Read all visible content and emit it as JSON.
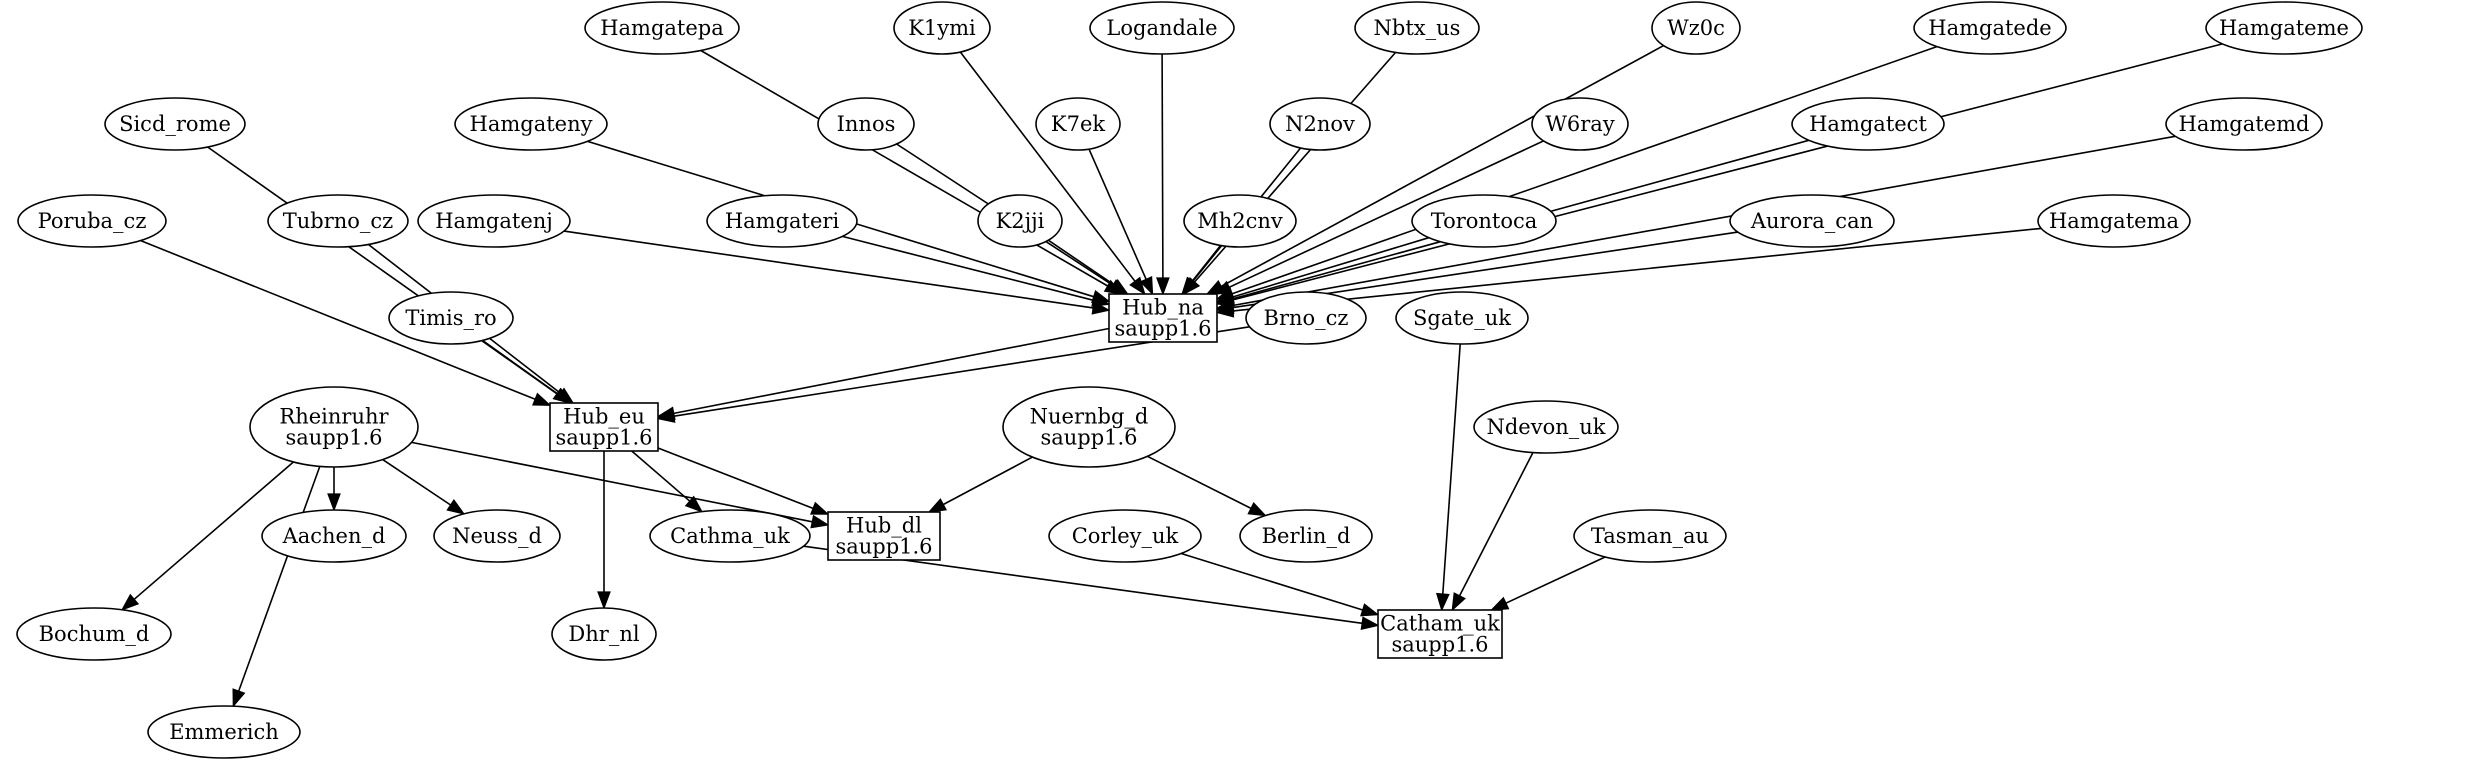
{
  "nodes": [
    {
      "id": "hamgatepa",
      "lines": [
        "Hamgatepa"
      ],
      "shape": "ellipse"
    },
    {
      "id": "k1ymi",
      "lines": [
        "K1ymi"
      ],
      "shape": "ellipse"
    },
    {
      "id": "logandale",
      "lines": [
        "Logandale"
      ],
      "shape": "ellipse"
    },
    {
      "id": "nbtx_us",
      "lines": [
        "Nbtx_us"
      ],
      "shape": "ellipse"
    },
    {
      "id": "wz0c",
      "lines": [
        "Wz0c"
      ],
      "shape": "ellipse"
    },
    {
      "id": "hamgatede",
      "lines": [
        "Hamgatede"
      ],
      "shape": "ellipse"
    },
    {
      "id": "hamgateme",
      "lines": [
        "Hamgateme"
      ],
      "shape": "ellipse"
    },
    {
      "id": "sicd_rome",
      "lines": [
        "Sicd_rome"
      ],
      "shape": "ellipse"
    },
    {
      "id": "hamgateny",
      "lines": [
        "Hamgateny"
      ],
      "shape": "ellipse"
    },
    {
      "id": "innos",
      "lines": [
        "Innos"
      ],
      "shape": "ellipse"
    },
    {
      "id": "k7ek",
      "lines": [
        "K7ek"
      ],
      "shape": "ellipse"
    },
    {
      "id": "n2nov",
      "lines": [
        "N2nov"
      ],
      "shape": "ellipse"
    },
    {
      "id": "w6ray",
      "lines": [
        "W6ray"
      ],
      "shape": "ellipse"
    },
    {
      "id": "hamgatect",
      "lines": [
        "Hamgatect"
      ],
      "shape": "ellipse"
    },
    {
      "id": "hamgatemd",
      "lines": [
        "Hamgatemd"
      ],
      "shape": "ellipse"
    },
    {
      "id": "poruba_cz",
      "lines": [
        "Poruba_cz"
      ],
      "shape": "ellipse"
    },
    {
      "id": "tubrno_cz",
      "lines": [
        "Tubrno_cz"
      ],
      "shape": "ellipse"
    },
    {
      "id": "hamgatenj",
      "lines": [
        "Hamgatenj"
      ],
      "shape": "ellipse"
    },
    {
      "id": "hamgateri",
      "lines": [
        "Hamgateri"
      ],
      "shape": "ellipse"
    },
    {
      "id": "k2jji",
      "lines": [
        "K2jji"
      ],
      "shape": "ellipse"
    },
    {
      "id": "mh2cnv",
      "lines": [
        "Mh2cnv"
      ],
      "shape": "ellipse"
    },
    {
      "id": "torontoca",
      "lines": [
        "Torontoca"
      ],
      "shape": "ellipse"
    },
    {
      "id": "aurora_can",
      "lines": [
        "Aurora_can"
      ],
      "shape": "ellipse"
    },
    {
      "id": "hamgatema",
      "lines": [
        "Hamgatema"
      ],
      "shape": "ellipse"
    },
    {
      "id": "hub_na",
      "lines": [
        "Hub_na",
        "saupp1.6"
      ],
      "shape": "box"
    },
    {
      "id": "brno_cz",
      "lines": [
        "Brno_cz"
      ],
      "shape": "ellipse"
    },
    {
      "id": "sgate_uk",
      "lines": [
        "Sgate_uk"
      ],
      "shape": "ellipse"
    },
    {
      "id": "timis_ro",
      "lines": [
        "Timis_ro"
      ],
      "shape": "ellipse"
    },
    {
      "id": "rheinruhr",
      "lines": [
        "Rheinruhr",
        "saupp1.6"
      ],
      "shape": "ellipse"
    },
    {
      "id": "hub_eu",
      "lines": [
        "Hub_eu",
        "saupp1.6"
      ],
      "shape": "box"
    },
    {
      "id": "nuernbg_d",
      "lines": [
        "Nuernbg_d",
        "saupp1.6"
      ],
      "shape": "ellipse"
    },
    {
      "id": "ndevon_uk",
      "lines": [
        "Ndevon_uk"
      ],
      "shape": "ellipse"
    },
    {
      "id": "aachen_d",
      "lines": [
        "Aachen_d"
      ],
      "shape": "ellipse"
    },
    {
      "id": "neuss_d",
      "lines": [
        "Neuss_d"
      ],
      "shape": "ellipse"
    },
    {
      "id": "cathma_uk",
      "lines": [
        "Cathma_uk"
      ],
      "shape": "ellipse"
    },
    {
      "id": "hub_dl",
      "lines": [
        "Hub_dl",
        "saupp1.6"
      ],
      "shape": "box"
    },
    {
      "id": "corley_uk",
      "lines": [
        "Corley_uk"
      ],
      "shape": "ellipse"
    },
    {
      "id": "berlin_d",
      "lines": [
        "Berlin_d"
      ],
      "shape": "ellipse"
    },
    {
      "id": "tasman_au",
      "lines": [
        "Tasman_au"
      ],
      "shape": "ellipse"
    },
    {
      "id": "bochum_d",
      "lines": [
        "Bochum_d"
      ],
      "shape": "ellipse"
    },
    {
      "id": "dhr_nl",
      "lines": [
        "Dhr_nl"
      ],
      "shape": "ellipse"
    },
    {
      "id": "catham_uk",
      "lines": [
        "Catham_uk",
        "saupp1.6"
      ],
      "shape": "box"
    },
    {
      "id": "emmerich",
      "lines": [
        "Emmerich"
      ],
      "shape": "ellipse"
    }
  ],
  "edges": [
    {
      "from": "hamgatepa",
      "to": "hub_na"
    },
    {
      "from": "k1ymi",
      "to": "hub_na"
    },
    {
      "from": "logandale",
      "to": "hub_na"
    },
    {
      "from": "nbtx_us",
      "to": "hub_na"
    },
    {
      "from": "wz0c",
      "to": "hub_na"
    },
    {
      "from": "hamgatede",
      "to": "hub_na"
    },
    {
      "from": "hamgateme",
      "to": "hub_na"
    },
    {
      "from": "hamgateny",
      "to": "hub_na"
    },
    {
      "from": "innos",
      "to": "hub_na"
    },
    {
      "from": "k7ek",
      "to": "hub_na"
    },
    {
      "from": "n2nov",
      "to": "hub_na"
    },
    {
      "from": "w6ray",
      "to": "hub_na"
    },
    {
      "from": "hamgatect",
      "to": "hub_na"
    },
    {
      "from": "hamgatemd",
      "to": "hub_na"
    },
    {
      "from": "hamgatenj",
      "to": "hub_na"
    },
    {
      "from": "hamgateri",
      "to": "hub_na"
    },
    {
      "from": "k2jji",
      "to": "hub_na"
    },
    {
      "from": "mh2cnv",
      "to": "hub_na"
    },
    {
      "from": "torontoca",
      "to": "hub_na"
    },
    {
      "from": "aurora_can",
      "to": "hub_na"
    },
    {
      "from": "hamgatema",
      "to": "hub_na"
    },
    {
      "from": "sicd_rome",
      "to": "hub_eu"
    },
    {
      "from": "poruba_cz",
      "to": "hub_eu"
    },
    {
      "from": "tubrno_cz",
      "to": "hub_eu"
    },
    {
      "from": "timis_ro",
      "to": "hub_eu"
    },
    {
      "from": "hub_na",
      "to": "hub_eu"
    },
    {
      "from": "brno_cz",
      "to": "hub_eu"
    },
    {
      "from": "rheinruhr",
      "to": "hub_dl"
    },
    {
      "from": "rheinruhr",
      "to": "aachen_d"
    },
    {
      "from": "rheinruhr",
      "to": "neuss_d"
    },
    {
      "from": "rheinruhr",
      "to": "bochum_d"
    },
    {
      "from": "rheinruhr",
      "to": "emmerich"
    },
    {
      "from": "hub_eu",
      "to": "cathma_uk"
    },
    {
      "from": "hub_eu",
      "to": "hub_dl"
    },
    {
      "from": "hub_eu",
      "to": "dhr_nl"
    },
    {
      "from": "nuernbg_d",
      "to": "hub_dl"
    },
    {
      "from": "nuernbg_d",
      "to": "berlin_d"
    },
    {
      "from": "sgate_uk",
      "to": "catham_uk"
    },
    {
      "from": "ndevon_uk",
      "to": "catham_uk"
    },
    {
      "from": "tasman_au",
      "to": "catham_uk"
    },
    {
      "from": "corley_uk",
      "to": "catham_uk"
    },
    {
      "from": "cathma_uk",
      "to": "catham_uk"
    }
  ]
}
